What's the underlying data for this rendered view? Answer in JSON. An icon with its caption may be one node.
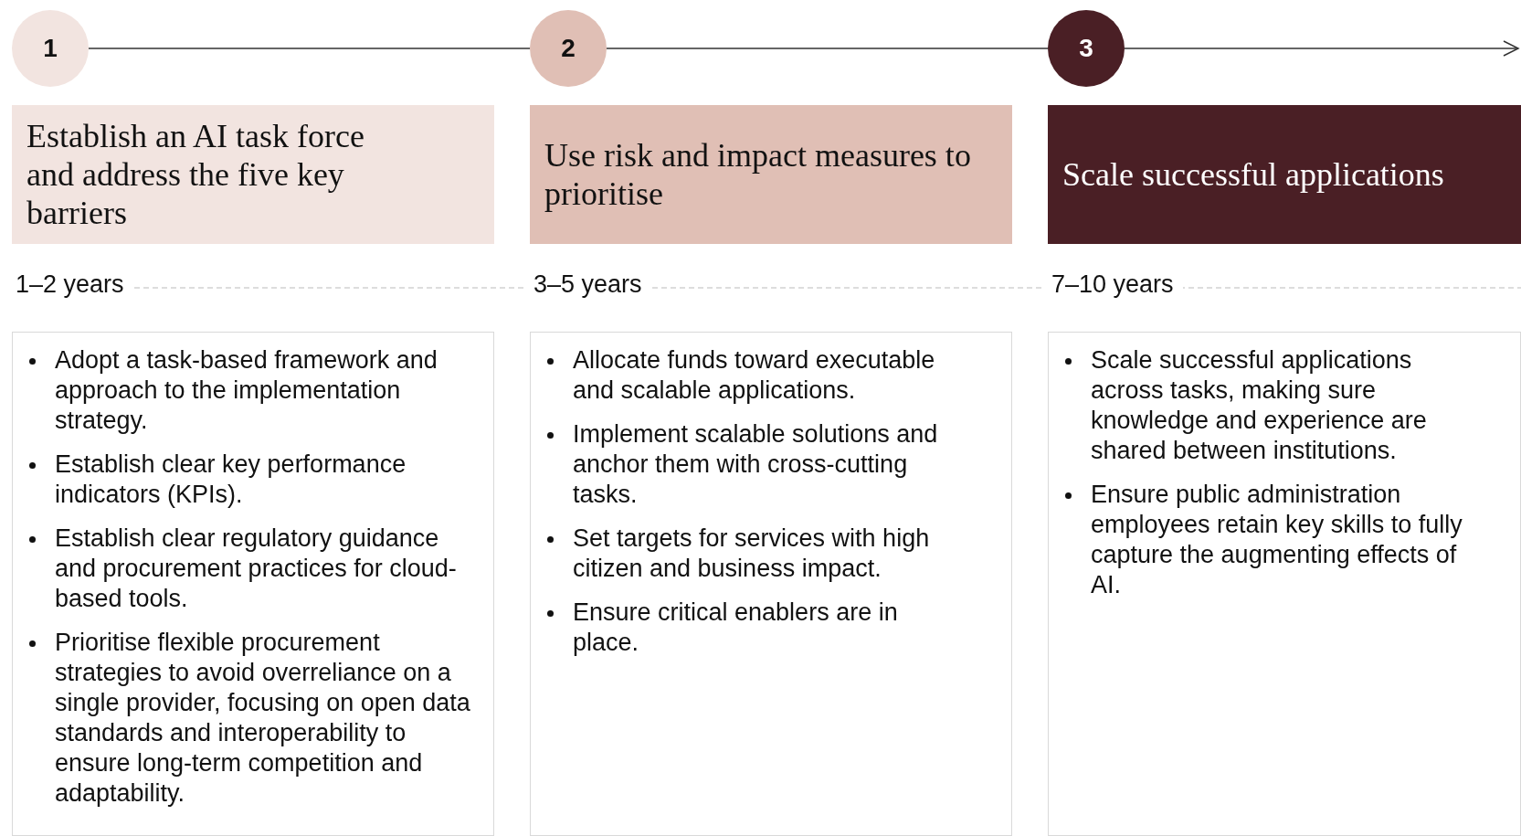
{
  "diagram": {
    "nodes": [
      {
        "text": [
          "1"
        ]
      },
      {
        "text": [
          "2"
        ]
      },
      {
        "text": [
          "3"
        ]
      },
      {
        "text": [
          "Establish an AI task force and address the five key barriers"
        ]
      },
      {
        "text": [
          "Use risk and impact measures to prioritise"
        ]
      },
      {
        "text": [
          "Scale successful applications"
        ]
      },
      {
        "text": [
          "Adopt a task-based framework and approach to the implementation strategy.",
          "Establish clear key performance indicators (KPIs).",
          "Establish clear regulatory guidance and procurement practices for cloud-based tools.",
          "Prioritise flexible procurement strategies to avoid overreliance on a single provider, focusing on open data standards and interoperability to ensure long-term competition and adaptability."
        ]
      },
      {
        "text": [
          "Allocate funds toward executable and scalable applications.",
          "Implement scalable solutions and anchor them with cross-cutting tasks.",
          "Set targets for services with high citizen and business impact.",
          "Ensure critical enablers are in place."
        ]
      },
      {
        "text": [
          "Scale successful applications across tasks, making sure knowledge and experience are shared between institutions.",
          "Ensure public administration employees retain key skills to fully capture the augmenting effects of AI."
        ]
      }
    ],
    "edges": [
      {
        "from": 0,
        "to": 1,
        "arrow": "none"
      },
      {
        "from": 1,
        "to": 2,
        "arrow": "none"
      },
      {
        "from": 2,
        "to": null,
        "arrow": "to"
      }
    ],
    "labels": [
      "1–2 years",
      "3–5 years",
      "7–10 years"
    ]
  }
}
